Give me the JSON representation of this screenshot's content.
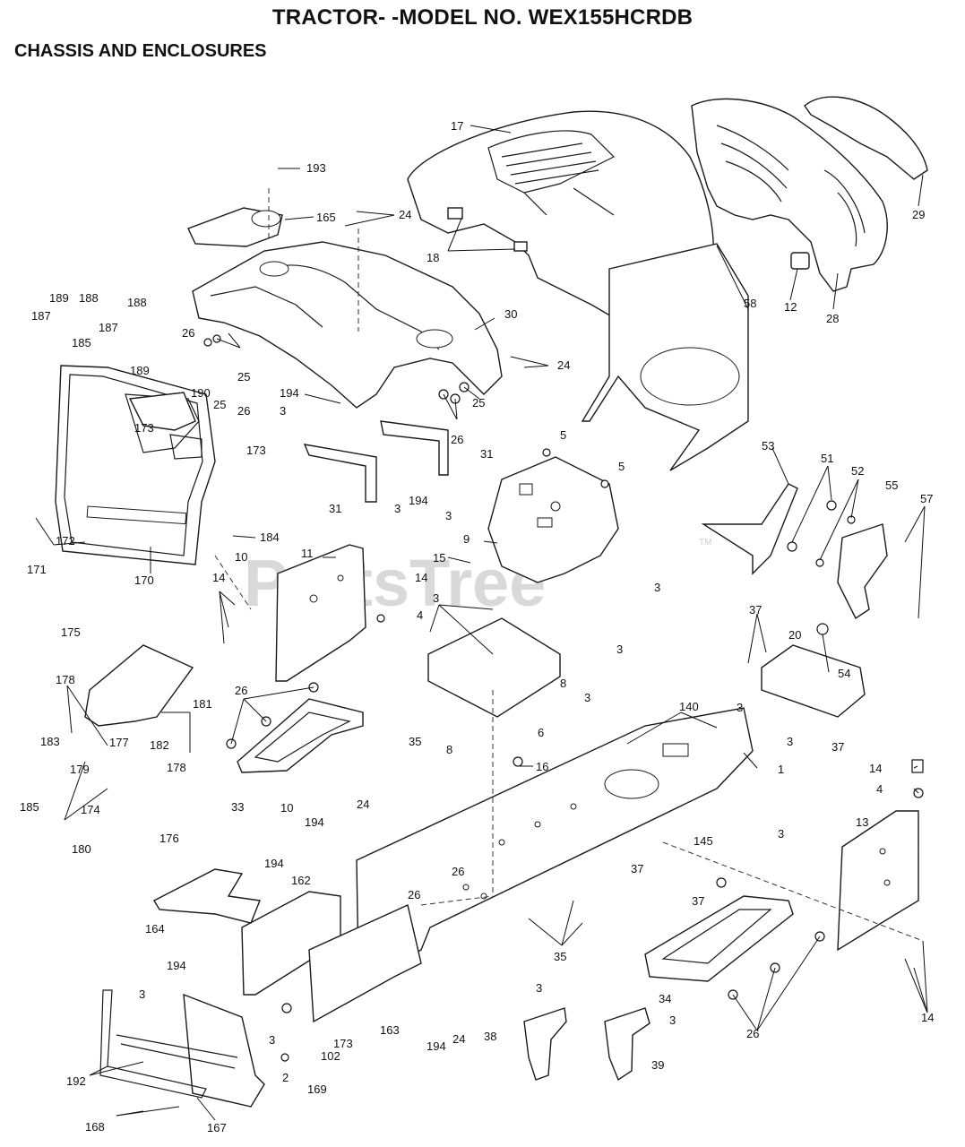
{
  "header": {
    "title": "TRACTOR- -MODEL NO. WEX155HCRDB",
    "subtitle": "CHASSIS AND ENCLOSURES"
  },
  "watermark": {
    "text": "PartsTree",
    "trademark": "TM"
  },
  "callouts": [
    {
      "id": "c1",
      "text": "193"
    },
    {
      "id": "c2",
      "text": "165"
    },
    {
      "id": "c3",
      "text": "24"
    },
    {
      "id": "c4",
      "text": "17"
    },
    {
      "id": "c5",
      "text": "18"
    },
    {
      "id": "c6",
      "text": "29"
    },
    {
      "id": "c7",
      "text": "12"
    },
    {
      "id": "c8",
      "text": "28"
    },
    {
      "id": "c9",
      "text": "189"
    },
    {
      "id": "c10",
      "text": "188"
    },
    {
      "id": "c11",
      "text": "187"
    },
    {
      "id": "c12",
      "text": "185"
    },
    {
      "id": "c13",
      "text": "187"
    },
    {
      "id": "c14",
      "text": "188"
    },
    {
      "id": "c15",
      "text": "189"
    },
    {
      "id": "c16",
      "text": "26"
    },
    {
      "id": "c17",
      "text": "25"
    },
    {
      "id": "c18",
      "text": "30"
    },
    {
      "id": "c19",
      "text": "24"
    },
    {
      "id": "c20",
      "text": "58"
    },
    {
      "id": "c21",
      "text": "190"
    },
    {
      "id": "c22",
      "text": "25"
    },
    {
      "id": "c23",
      "text": "26"
    },
    {
      "id": "c24",
      "text": "173"
    },
    {
      "id": "c25",
      "text": "173"
    },
    {
      "id": "c26",
      "text": "194"
    },
    {
      "id": "c27",
      "text": "3"
    },
    {
      "id": "c28",
      "text": "26"
    },
    {
      "id": "c29",
      "text": "25"
    },
    {
      "id": "c30",
      "text": "5"
    },
    {
      "id": "c31",
      "text": "5"
    },
    {
      "id": "c32",
      "text": "53"
    },
    {
      "id": "c33",
      "text": "51"
    },
    {
      "id": "c34",
      "text": "52"
    },
    {
      "id": "c35",
      "text": "55"
    },
    {
      "id": "c36",
      "text": "57"
    },
    {
      "id": "c37",
      "text": "31"
    },
    {
      "id": "c38",
      "text": "31"
    },
    {
      "id": "c39",
      "text": "3"
    },
    {
      "id": "c40",
      "text": "194"
    },
    {
      "id": "c41",
      "text": "3"
    },
    {
      "id": "c42",
      "text": "172"
    },
    {
      "id": "c43",
      "text": "171"
    },
    {
      "id": "c44",
      "text": "10"
    },
    {
      "id": "c45",
      "text": "184"
    },
    {
      "id": "c46",
      "text": "170"
    },
    {
      "id": "c47",
      "text": "11"
    },
    {
      "id": "c48",
      "text": "9"
    },
    {
      "id": "c49",
      "text": "15"
    },
    {
      "id": "c50",
      "text": "3"
    },
    {
      "id": "c51",
      "text": "14"
    },
    {
      "id": "c52",
      "text": "14"
    },
    {
      "id": "c53",
      "text": "4"
    },
    {
      "id": "c54",
      "text": "3"
    },
    {
      "id": "c55",
      "text": "3"
    },
    {
      "id": "c56",
      "text": "37"
    },
    {
      "id": "c57",
      "text": "20"
    },
    {
      "id": "c58",
      "text": "54"
    },
    {
      "id": "c59",
      "text": "175"
    },
    {
      "id": "c60",
      "text": "178"
    },
    {
      "id": "c61",
      "text": "181"
    },
    {
      "id": "c62",
      "text": "26"
    },
    {
      "id": "c63",
      "text": "8"
    },
    {
      "id": "c64",
      "text": "3"
    },
    {
      "id": "c65",
      "text": "140"
    },
    {
      "id": "c66",
      "text": "3"
    },
    {
      "id": "c67",
      "text": "37"
    },
    {
      "id": "c68",
      "text": "183"
    },
    {
      "id": "c69",
      "text": "177"
    },
    {
      "id": "c70",
      "text": "182"
    },
    {
      "id": "c71",
      "text": "179"
    },
    {
      "id": "c72",
      "text": "178"
    },
    {
      "id": "c73",
      "text": "35"
    },
    {
      "id": "c74",
      "text": "8"
    },
    {
      "id": "c75",
      "text": "6"
    },
    {
      "id": "c76",
      "text": "3"
    },
    {
      "id": "c77",
      "text": "16"
    },
    {
      "id": "c78",
      "text": "1"
    },
    {
      "id": "c79",
      "text": "14"
    },
    {
      "id": "c80",
      "text": "4"
    },
    {
      "id": "c81",
      "text": "185"
    },
    {
      "id": "c82",
      "text": "174"
    },
    {
      "id": "c83",
      "text": "33"
    },
    {
      "id": "c84",
      "text": "10"
    },
    {
      "id": "c85",
      "text": "180"
    },
    {
      "id": "c86",
      "text": "176"
    },
    {
      "id": "c87",
      "text": "24"
    },
    {
      "id": "c88",
      "text": "194"
    },
    {
      "id": "c89",
      "text": "3"
    },
    {
      "id": "c90",
      "text": "145"
    },
    {
      "id": "c91",
      "text": "13"
    },
    {
      "id": "c92",
      "text": "26"
    },
    {
      "id": "c93",
      "text": "194"
    },
    {
      "id": "c94",
      "text": "162"
    },
    {
      "id": "c95",
      "text": "26"
    },
    {
      "id": "c96",
      "text": "37"
    },
    {
      "id": "c97",
      "text": "37"
    },
    {
      "id": "c98",
      "text": "164"
    },
    {
      "id": "c99",
      "text": "194"
    },
    {
      "id": "c100",
      "text": "35"
    },
    {
      "id": "c101",
      "text": "3"
    },
    {
      "id": "c102",
      "text": "3"
    },
    {
      "id": "c103",
      "text": "173"
    },
    {
      "id": "c104",
      "text": "102"
    },
    {
      "id": "c105",
      "text": "163"
    },
    {
      "id": "c106",
      "text": "194"
    },
    {
      "id": "c107",
      "text": "24"
    },
    {
      "id": "c108",
      "text": "34"
    },
    {
      "id": "c109",
      "text": "14"
    },
    {
      "id": "c110",
      "text": "3"
    },
    {
      "id": "c111",
      "text": "3"
    },
    {
      "id": "c112",
      "text": "192"
    },
    {
      "id": "c113",
      "text": "2"
    },
    {
      "id": "c114",
      "text": "169"
    },
    {
      "id": "c115",
      "text": "38"
    },
    {
      "id": "c116",
      "text": "39"
    },
    {
      "id": "c117",
      "text": "26"
    },
    {
      "id": "c118",
      "text": "168"
    },
    {
      "id": "c119",
      "text": "167"
    }
  ]
}
